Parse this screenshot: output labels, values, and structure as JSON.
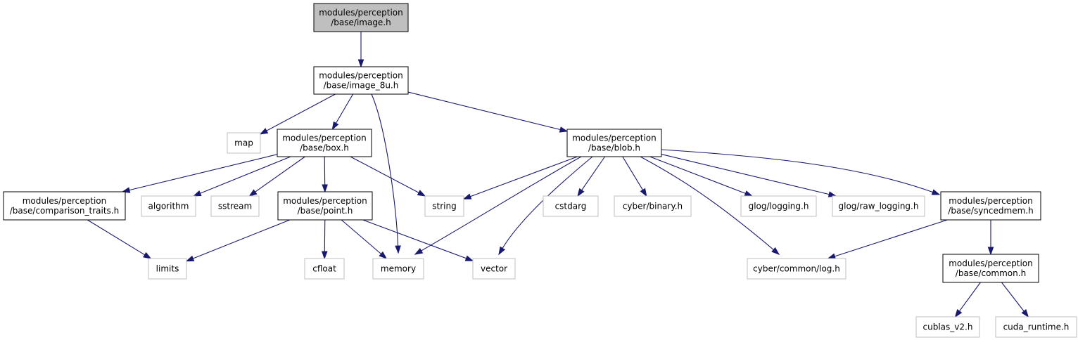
{
  "colors": {
    "edge": "#191970",
    "root_fill": "#bfbfbf",
    "project_border": "#000000",
    "external_border": "#bfbfbf",
    "background": "#ffffff"
  },
  "nodes": [
    {
      "id": "image_h",
      "kind": "root",
      "lines": [
        "modules/perception",
        "/base/image.h"
      ]
    },
    {
      "id": "image_8u_h",
      "kind": "primary",
      "lines": [
        "modules/perception",
        "/base/image_8u.h"
      ]
    },
    {
      "id": "map",
      "kind": "external",
      "lines": [
        "map"
      ]
    },
    {
      "id": "box_h",
      "kind": "primary",
      "lines": [
        "modules/perception",
        "/base/box.h"
      ]
    },
    {
      "id": "blob_h",
      "kind": "primary",
      "lines": [
        "modules/perception",
        "/base/blob.h"
      ]
    },
    {
      "id": "comparison_traits_h",
      "kind": "primary",
      "lines": [
        "modules/perception",
        "/base/comparison_traits.h"
      ]
    },
    {
      "id": "algorithm",
      "kind": "external",
      "lines": [
        "algorithm"
      ]
    },
    {
      "id": "sstream",
      "kind": "external",
      "lines": [
        "sstream"
      ]
    },
    {
      "id": "point_h",
      "kind": "primary",
      "lines": [
        "modules/perception",
        "/base/point.h"
      ]
    },
    {
      "id": "string",
      "kind": "external",
      "lines": [
        "string"
      ]
    },
    {
      "id": "cstdarg",
      "kind": "external",
      "lines": [
        "cstdarg"
      ]
    },
    {
      "id": "cyber_binary_h",
      "kind": "external",
      "lines": [
        "cyber/binary.h"
      ]
    },
    {
      "id": "glog_logging_h",
      "kind": "external",
      "lines": [
        "glog/logging.h"
      ]
    },
    {
      "id": "glog_raw_logging_h",
      "kind": "external",
      "lines": [
        "glog/raw_logging.h"
      ]
    },
    {
      "id": "syncedmem_h",
      "kind": "primary",
      "lines": [
        "modules/perception",
        "/base/syncedmem.h"
      ]
    },
    {
      "id": "limits",
      "kind": "external",
      "lines": [
        "limits"
      ]
    },
    {
      "id": "cfloat",
      "kind": "external",
      "lines": [
        "cfloat"
      ]
    },
    {
      "id": "memory",
      "kind": "external",
      "lines": [
        "memory"
      ]
    },
    {
      "id": "vector",
      "kind": "external",
      "lines": [
        "vector"
      ]
    },
    {
      "id": "cyber_common_log_h",
      "kind": "external",
      "lines": [
        "cyber/common/log.h"
      ]
    },
    {
      "id": "common_h",
      "kind": "primary",
      "lines": [
        "modules/perception",
        "/base/common.h"
      ]
    },
    {
      "id": "cublas_v2_h",
      "kind": "external",
      "lines": [
        "cublas_v2.h"
      ]
    },
    {
      "id": "cuda_runtime_h",
      "kind": "external",
      "lines": [
        "cuda_runtime.h"
      ]
    }
  ],
  "edges": [
    {
      "from": "image_h",
      "to": "image_8u_h"
    },
    {
      "from": "image_8u_h",
      "to": "map"
    },
    {
      "from": "image_8u_h",
      "to": "box_h"
    },
    {
      "from": "image_8u_h",
      "to": "memory"
    },
    {
      "from": "image_8u_h",
      "to": "blob_h"
    },
    {
      "from": "box_h",
      "to": "comparison_traits_h"
    },
    {
      "from": "box_h",
      "to": "algorithm"
    },
    {
      "from": "box_h",
      "to": "sstream"
    },
    {
      "from": "box_h",
      "to": "point_h"
    },
    {
      "from": "box_h",
      "to": "string"
    },
    {
      "from": "comparison_traits_h",
      "to": "limits"
    },
    {
      "from": "point_h",
      "to": "limits"
    },
    {
      "from": "point_h",
      "to": "cfloat"
    },
    {
      "from": "point_h",
      "to": "memory"
    },
    {
      "from": "point_h",
      "to": "vector"
    },
    {
      "from": "blob_h",
      "to": "string"
    },
    {
      "from": "blob_h",
      "to": "memory"
    },
    {
      "from": "blob_h",
      "to": "vector"
    },
    {
      "from": "blob_h",
      "to": "cstdarg"
    },
    {
      "from": "blob_h",
      "to": "cyber_binary_h"
    },
    {
      "from": "blob_h",
      "to": "cyber_common_log_h"
    },
    {
      "from": "blob_h",
      "to": "glog_logging_h"
    },
    {
      "from": "blob_h",
      "to": "glog_raw_logging_h"
    },
    {
      "from": "blob_h",
      "to": "syncedmem_h"
    },
    {
      "from": "syncedmem_h",
      "to": "cyber_common_log_h"
    },
    {
      "from": "syncedmem_h",
      "to": "common_h"
    },
    {
      "from": "common_h",
      "to": "cublas_v2_h"
    },
    {
      "from": "common_h",
      "to": "cuda_runtime_h"
    }
  ]
}
